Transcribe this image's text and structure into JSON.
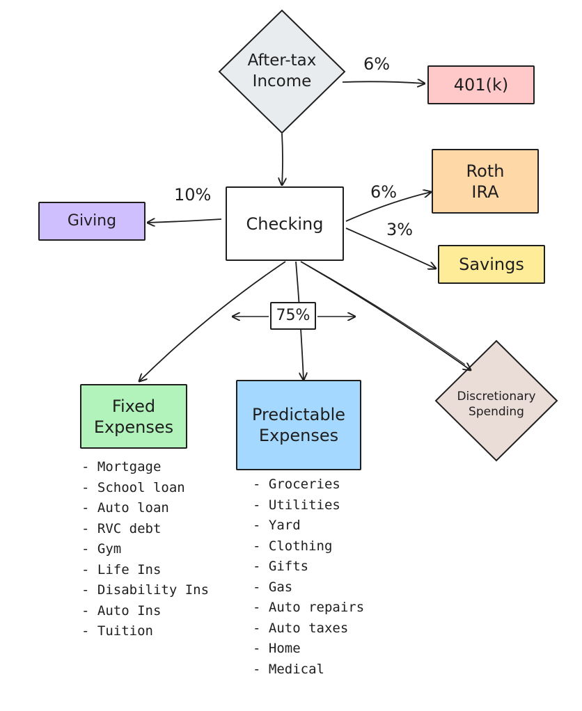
{
  "nodes": {
    "after_tax_income": {
      "label_line1": "After-tax",
      "label_line2": "Income",
      "color": "#e9ecef"
    },
    "k401": {
      "label": "401(k)",
      "color": "#ffc9c9"
    },
    "roth_ira": {
      "label_line1": "Roth",
      "label_line2": "IRA",
      "color": "#ffd8a8"
    },
    "checking": {
      "label": "Checking",
      "color": "#ffffff"
    },
    "giving": {
      "label": "Giving",
      "color": "#d0bfff"
    },
    "savings": {
      "label": "Savings",
      "color": "#ffec99"
    },
    "fixed_expenses": {
      "label_line1": "Fixed",
      "label_line2": "Expenses",
      "color": "#b2f2bb"
    },
    "predictable_expenses": {
      "label_line1": "Predictable",
      "label_line2": "Expenses",
      "color": "#a5d8ff"
    },
    "discretionary_spending": {
      "label_line1": "Discretionary",
      "label_line2": "Spending",
      "color": "#eaddd7"
    }
  },
  "percentages": {
    "to_401k": "6%",
    "to_roth": "6%",
    "to_savings": "3%",
    "to_giving": "10%",
    "to_expenses": "75%"
  },
  "fixed_list": [
    "Mortgage",
    "School loan",
    "Auto loan",
    "RVC debt",
    "Gym",
    "Life Ins",
    "Disability Ins",
    "Auto Ins",
    "Tuition"
  ],
  "predictable_list": [
    "Groceries",
    "Utilities",
    "Yard",
    "Clothing",
    "Gifts",
    "Gas",
    "Auto repairs",
    "Auto taxes",
    "Home",
    "Medical"
  ]
}
